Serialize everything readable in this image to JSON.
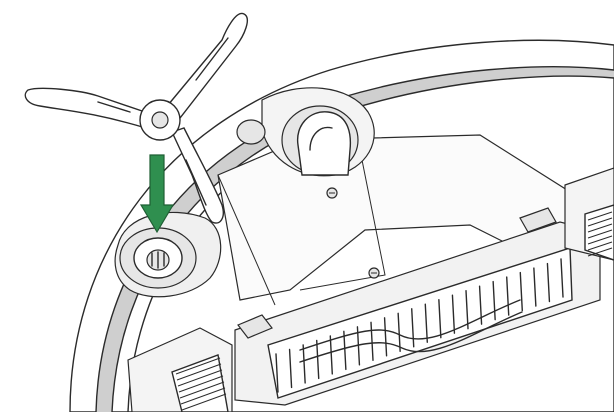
{
  "figure": {
    "alt": "",
    "colors": {
      "arrow": "#2f8f4f",
      "arrow_edge": "#1f5f34",
      "line": "#2b2b2b",
      "shade": "#cfcfcf",
      "light_fill": "#e6e6e6",
      "background": "#ffffff"
    },
    "icons": [
      "side-brush",
      "down-arrow",
      "brush-mount",
      "swivel-wheel",
      "main-brush",
      "drive-wheel"
    ]
  }
}
